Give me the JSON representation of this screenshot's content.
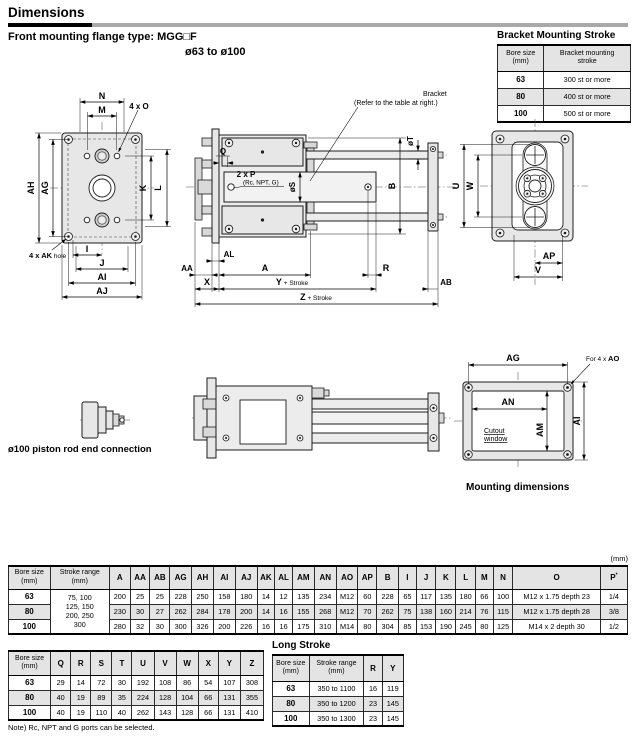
{
  "page": {
    "title": "Dimensions",
    "unit_label": "(mm)",
    "note": "Note) Rc, NPT and G ports can be selected."
  },
  "header": {
    "subtitle": "Front mounting flange type: MGG□F",
    "bore_range": "ø63 to ø100"
  },
  "bracket_table": {
    "title": "Bracket Mounting Stroke",
    "head": [
      "Bore size\n(mm)",
      "Bracket mounting\nstroke"
    ],
    "rows": [
      [
        "63",
        "300 st or more"
      ],
      [
        "80",
        "400 st or more"
      ],
      [
        "100",
        "500 st or more"
      ]
    ]
  },
  "captions": {
    "rod_end": "ø100 piston rod end connection",
    "mounting": "Mounting dimensions"
  },
  "drawing_front": {
    "n": "N",
    "m": "M",
    "o": "4 x O",
    "ah": "AH",
    "ag": "AG",
    "k": "K",
    "l": "L",
    "i": "I",
    "j": "J",
    "ai": "AI",
    "aj": "AJ",
    "ak": "4 x AK",
    "ak_suffix": " hole"
  },
  "drawing_side": {
    "bracket_line1": "Bracket",
    "bracket_line2": "(Refer to the table at right.)",
    "q": "Q",
    "p_line1": "2 x P",
    "p_line2": "(Rc, NPT, G)",
    "s": "øS",
    "t": "øT",
    "b": "B",
    "aa": "AA",
    "al": "AL",
    "a": "A",
    "r": "R",
    "x": "X",
    "ab": "AB",
    "y": "Y",
    "y_suffix": " + Stroke",
    "z": "Z",
    "z_suffix": " + Stroke"
  },
  "drawing_rear": {
    "u": "U",
    "w": "W",
    "ap": "AP",
    "v": "V"
  },
  "drawing_mount": {
    "ag": "AG",
    "ao_prefix": "For 4 x ",
    "ao": "AO",
    "an": "AN",
    "am": "AM",
    "ai": "AI",
    "cutout_line1": "Cutout",
    "cutout_line2": "window"
  },
  "main_table": {
    "head_bore": "Bore size\n(mm)",
    "head_stroke": "Stroke range\n(mm)",
    "columns": [
      "A",
      "AA",
      "AB",
      "AG",
      "AH",
      "AI",
      "AJ",
      "AK",
      "AL",
      "AM",
      "AN",
      "AO",
      "AP",
      "B",
      "I",
      "J",
      "K",
      "L",
      "M",
      "N",
      "O",
      "P*"
    ],
    "stroke_range": "75, 100\n125, 150\n200, 250\n300",
    "rows": [
      {
        "bore": "63",
        "values": [
          "200",
          "25",
          "25",
          "228",
          "250",
          "158",
          "180",
          "14",
          "12",
          "135",
          "234",
          "M12",
          "60",
          "228",
          "65",
          "117",
          "135",
          "180",
          "66",
          "100",
          "M12 x 1.75 depth 23",
          "1/4"
        ]
      },
      {
        "bore": "80",
        "values": [
          "230",
          "30",
          "27",
          "262",
          "284",
          "178",
          "200",
          "14",
          "16",
          "155",
          "268",
          "M12",
          "70",
          "262",
          "75",
          "138",
          "160",
          "214",
          "76",
          "115",
          "M12 x 1.75 depth 28",
          "3/8"
        ]
      },
      {
        "bore": "100",
        "values": [
          "280",
          "32",
          "30",
          "300",
          "326",
          "200",
          "226",
          "16",
          "16",
          "175",
          "310",
          "M14",
          "80",
          "304",
          "85",
          "153",
          "190",
          "245",
          "80",
          "125",
          "M14 x 2 depth 30",
          "1/2"
        ]
      }
    ]
  },
  "qz_table": {
    "head_bore": "Bore size\n(mm)",
    "columns": [
      "Q",
      "R",
      "S",
      "T",
      "U",
      "V",
      "W",
      "X",
      "Y",
      "Z"
    ],
    "rows": [
      {
        "bore": "63",
        "values": [
          "29",
          "14",
          "72",
          "30",
          "192",
          "108",
          "86",
          "54",
          "107",
          "308"
        ]
      },
      {
        "bore": "80",
        "values": [
          "40",
          "19",
          "89",
          "35",
          "224",
          "128",
          "104",
          "66",
          "131",
          "355"
        ]
      },
      {
        "bore": "100",
        "values": [
          "40",
          "19",
          "110",
          "40",
          "262",
          "143",
          "128",
          "66",
          "131",
          "410"
        ]
      }
    ]
  },
  "long_stroke_table": {
    "title": "Long Stroke",
    "head": [
      "Bore size\n(mm)",
      "Stroke range\n(mm)",
      "R",
      "Y"
    ],
    "rows": [
      [
        "63",
        "350 to 1100",
        "16",
        "119"
      ],
      [
        "80",
        "350 to 1200",
        "23",
        "145"
      ],
      [
        "100",
        "350 to 1300",
        "23",
        "145"
      ]
    ]
  }
}
